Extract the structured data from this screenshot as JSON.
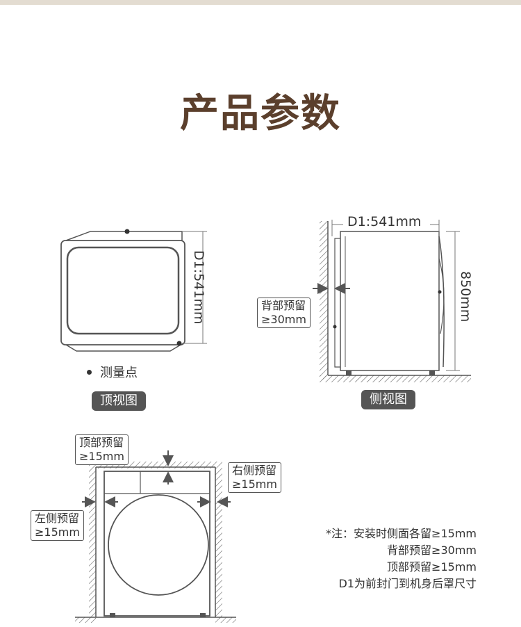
{
  "title": "产品参数",
  "top_view": {
    "dimension": "D1:541mm",
    "legend": "测量点",
    "tag": "顶视图"
  },
  "side_view": {
    "depth": "D1:541mm",
    "height": "850mm",
    "back_clearance": [
      "背部预留",
      "≥30mm"
    ],
    "tag": "侧视图"
  },
  "front_view": {
    "top_clearance": [
      "顶部预留",
      "≥15mm"
    ],
    "right_clearance": [
      "右侧预留",
      "≥15mm"
    ],
    "left_clearance": [
      "左侧预留",
      "≥15mm"
    ]
  },
  "notes": [
    "*注：安装时侧面各留≥15mm",
    "背部预留≥30mm",
    "顶部预留≥15mm",
    "D1为前封门到机身后罩尺寸"
  ],
  "colors": {
    "title": "#5b3f2c",
    "line": "#555555",
    "tag_bg": "#555555",
    "top_bar": "#e3dcd1"
  }
}
